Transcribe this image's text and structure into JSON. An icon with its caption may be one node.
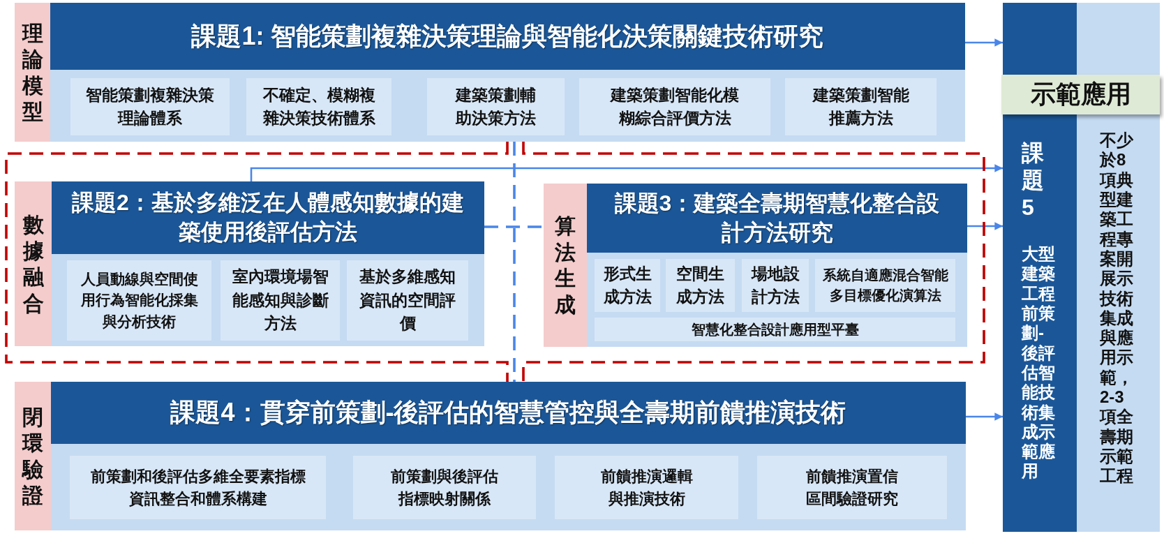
{
  "diagram": {
    "nodes": [
      {
        "text": [
          "理論模型"
        ]
      },
      {
        "text": [
          "課題1: 智能策劃複雜決策理論與智能化決策關鍵技術研究"
        ]
      },
      {
        "text": [
          "智能策劃複雜決策理論體系"
        ],
        "in": 1
      },
      {
        "text": [
          "不確定、模糊複雜決策技術體系"
        ],
        "in": 1
      },
      {
        "text": [
          "建築策劃輔助決策方法"
        ],
        "in": 1
      },
      {
        "text": [
          "建築策劃智能化模糊綜合評價方法"
        ],
        "in": 1
      },
      {
        "text": [
          "建築策劃智能推薦方法"
        ],
        "in": 1
      },
      {
        "text": [
          "數據融合"
        ]
      },
      {
        "text": [
          "課題2：基於多維泛在人體感知數據的建築使用後評估方法"
        ]
      },
      {
        "text": [
          "人員動線與空間使用行為智能化採集與分析技術"
        ],
        "in": 8
      },
      {
        "text": [
          "室內環境場智能感知與診斷方法"
        ],
        "in": 8
      },
      {
        "text": [
          "基於多維感知資訊的空間評價"
        ],
        "in": 8
      },
      {
        "text": [
          "算法生成"
        ]
      },
      {
        "text": [
          "課題3：建築全壽期智慧化整合設計方法研究"
        ]
      },
      {
        "text": [
          "形式生成方法"
        ],
        "in": 13
      },
      {
        "text": [
          "空間生成方法"
        ],
        "in": 13
      },
      {
        "text": [
          "場地設計方法"
        ],
        "in": 13
      },
      {
        "text": [
          "系統自適應混合智能多目標優化演算法"
        ],
        "in": 13
      },
      {
        "text": [
          "智慧化整合設計應用型平臺"
        ],
        "in": 13
      },
      {
        "text": [
          "閉環驗證"
        ]
      },
      {
        "text": [
          "課題4：貫穿前策劃-後評估的智慧管控與全壽期前饋推演技術"
        ]
      },
      {
        "text": [
          "前策劃和後評估多維全要素指標資訊整合和體系構建"
        ],
        "in": 20
      },
      {
        "text": [
          "前策劃與後評估指標映射關係"
        ],
        "in": 20
      },
      {
        "text": [
          "前饋推演邏輯與推演技術"
        ],
        "in": 20
      },
      {
        "text": [
          "前饋推演置信區間驗證研究"
        ],
        "in": 20
      },
      {
        "text": [
          "示範應用"
        ]
      },
      {
        "text": [
          "課題5",
          "大型建築工程前策劃-後評估智能技術集成示範應用"
        ]
      },
      {
        "text": [
          "不少於8項典型建築工程專案開展示技術集成與應用示範，2-3項全壽期示範工程"
        ]
      }
    ],
    "edges": [
      {
        "from": 1,
        "to": 26,
        "arrow": "to"
      },
      {
        "from": 8,
        "to": 26,
        "arrow": "to"
      },
      {
        "from": 13,
        "to": 26,
        "arrow": "to"
      },
      {
        "from": 20,
        "to": 26,
        "arrow": "to"
      },
      {
        "from": 1,
        "to": 20,
        "arrow": "none",
        "style": "dashed",
        "color": "#c00000"
      },
      {
        "from": 1,
        "to": 20,
        "arrow": "none",
        "style": "dashed",
        "color": "#c00000"
      },
      {
        "from": 1,
        "to": 20,
        "arrow": "none",
        "style": "dashed"
      },
      {
        "from": 8,
        "to": 12,
        "arrow": "none",
        "style": "dashed"
      }
    ]
  }
}
